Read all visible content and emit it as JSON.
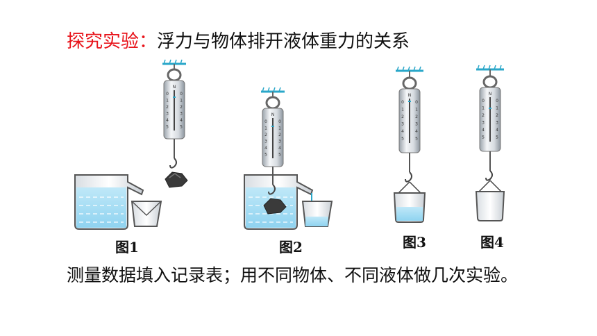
{
  "title": {
    "highlight": "探究实验：",
    "text": "浮力与物体排开液体重力的关系"
  },
  "figures": [
    {
      "caption": "图1"
    },
    {
      "caption": "图2"
    },
    {
      "caption": "图3"
    },
    {
      "caption": "图4"
    }
  ],
  "scale_unit": "N",
  "scale_ticks": [
    "0",
    "1",
    "2",
    "3",
    "4",
    "5"
  ],
  "body": "测量数据填入记录表；用不同物体、不同液体做几次实验。",
  "colors": {
    "highlight": "#e8141b",
    "water": "#8fd3f0",
    "outline": "#4a4a4a"
  }
}
